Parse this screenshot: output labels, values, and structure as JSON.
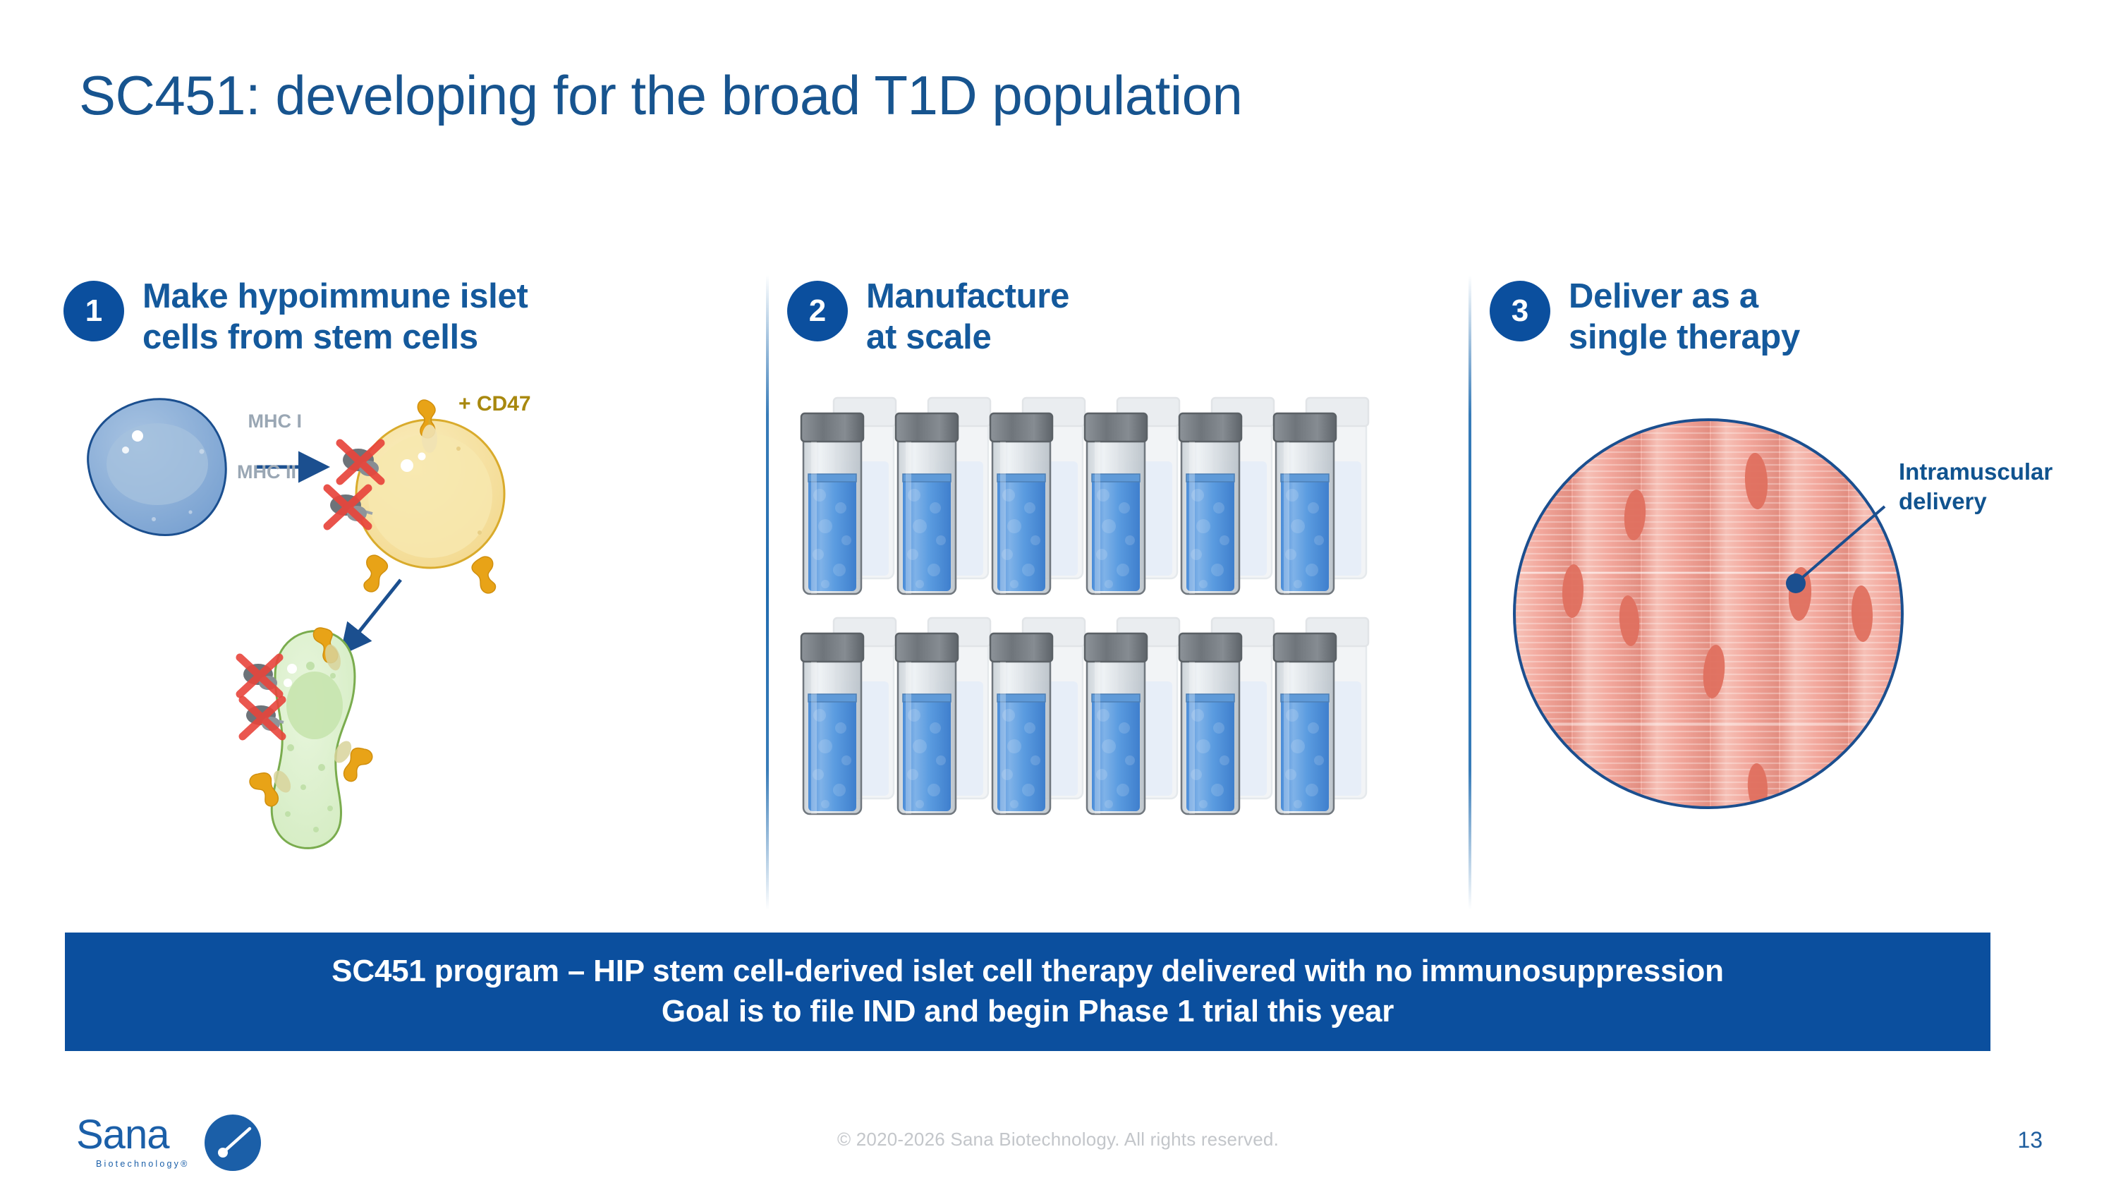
{
  "slide": {
    "title": "SC451: developing for the broad T1D population",
    "page_number": "13",
    "copyright": "© 2020-2026 Sana Biotechnology. All rights reserved.",
    "accent_navy": "#0b4f9e",
    "title_blue": "#17548f",
    "divider_blue": "#1565ac"
  },
  "columns": [
    {
      "number": "1",
      "title": "Make hypoimmune islet\ncells from stem cells",
      "art": "stem-cell-to-hypoimmune-islet-diagram",
      "labels": {
        "mhc1": "MHC I",
        "mhc2": "MHC II",
        "cd47": "+ CD47"
      },
      "colors": {
        "stem_cell": "#7fa6d4",
        "islet_cell": "#f5de9e",
        "differentiated_cell": "#dcefcd",
        "knockout_mark": "#e8453c",
        "cd47_receptor": "#e8a317",
        "mhc_label": "#9aa7b4",
        "cd47_label": "#a8880e",
        "arrow": "#1b4f8f"
      }
    },
    {
      "number": "2",
      "title": "Manufacture\nat scale",
      "art": "vial-array-diagram",
      "vials": {
        "rows": 2,
        "per_row": 6,
        "cap_color": "#7a8086",
        "liquid_color": "#4d92e0",
        "glass_color": "#cfd6dc"
      }
    },
    {
      "number": "3",
      "title": "Deliver as a\nsingle therapy",
      "art": "muscle-tissue-circle-diagram",
      "labels": {
        "callout": "Intramuscular\ndelivery"
      },
      "colors": {
        "muscle_fiber": "#f2a9a0",
        "muscle_nucleus": "#e4796a",
        "circle_border": "#1b4f8f",
        "callout_text": "#10538f"
      }
    }
  ],
  "banner": {
    "line1": "SC451 program – HIP stem cell-derived islet cell therapy delivered with no immunosuppression",
    "line2": "Goal is to file IND and begin Phase 1 trial this year",
    "background": "#0b4f9e"
  },
  "logo": {
    "wordmark": "Sana",
    "tagline": "Biotechnology®",
    "color": "#1b5fa8"
  }
}
